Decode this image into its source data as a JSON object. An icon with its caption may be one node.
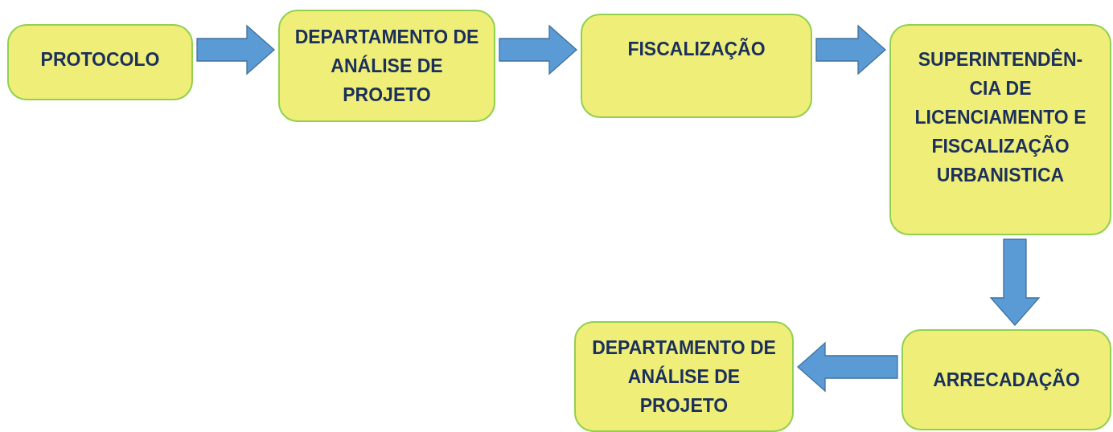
{
  "diagram": {
    "nodes": [
      {
        "text": [
          "PROTOCOLO"
        ]
      },
      {
        "text": [
          "DEPARTAMENTO DE ANÁLISE DE PROJETO"
        ]
      },
      {
        "text": [
          "FISCALIZAÇÃO"
        ]
      },
      {
        "text": [
          "SUPERINTENDÊN- CIA DE LICENCIAMENTO E FISCALIZAÇÃO URBANISTICA"
        ]
      },
      {
        "text": [
          "ARRECADAÇÃO"
        ]
      },
      {
        "text": [
          "DEPARTAMENTO DE ANÁLISE DE PROJETO"
        ]
      }
    ],
    "edges": [
      {
        "from": 0,
        "to": 1,
        "arrow": "to"
      },
      {
        "from": 1,
        "to": 2,
        "arrow": "to"
      },
      {
        "from": 2,
        "to": 3,
        "arrow": "to"
      },
      {
        "from": 3,
        "to": 4,
        "arrow": "to"
      },
      {
        "from": 4,
        "to": 5,
        "arrow": "to"
      }
    ]
  }
}
